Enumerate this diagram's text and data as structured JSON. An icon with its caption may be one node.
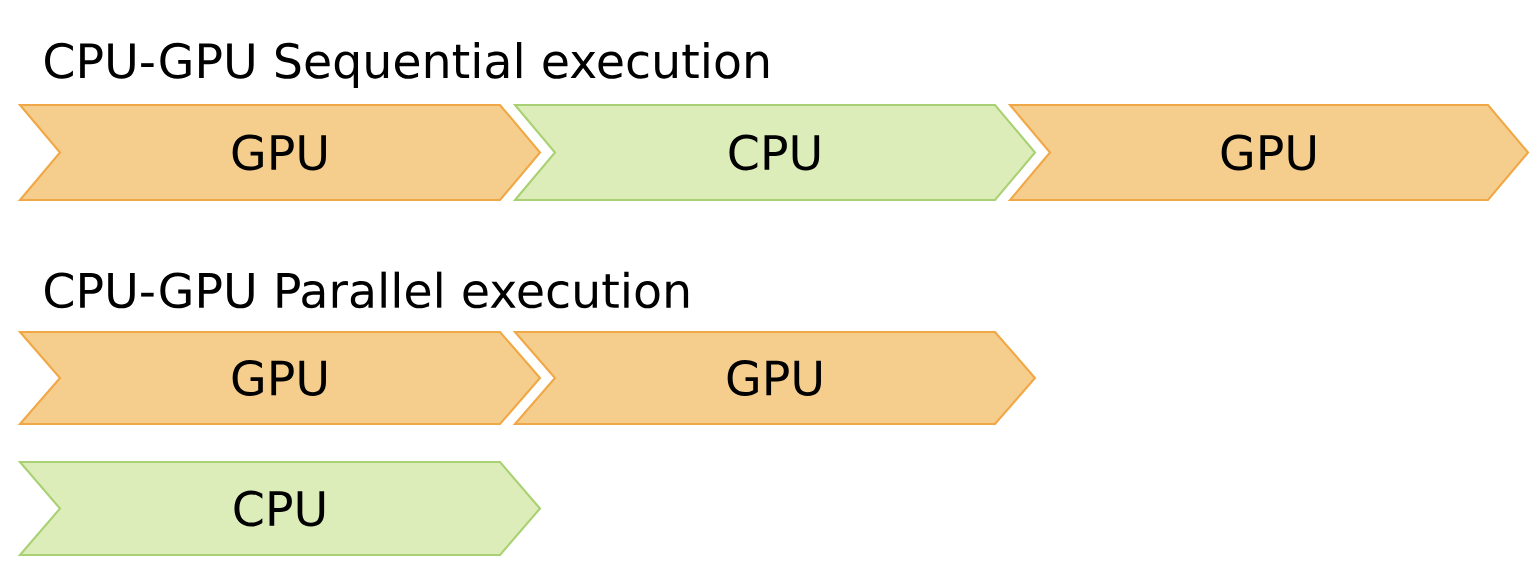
{
  "diagram": {
    "nodes": [
      {
        "text": [
          "GPU"
        ]
      },
      {
        "text": [
          "CPU"
        ]
      },
      {
        "text": [
          "GPU"
        ]
      },
      {
        "text": [
          "GPU"
        ]
      },
      {
        "text": [
          "GPU"
        ]
      },
      {
        "text": [
          "CPU"
        ]
      }
    ],
    "labels": [
      "CPU-GPU Sequential execution",
      "CPU-GPU Parallel execution"
    ]
  }
}
